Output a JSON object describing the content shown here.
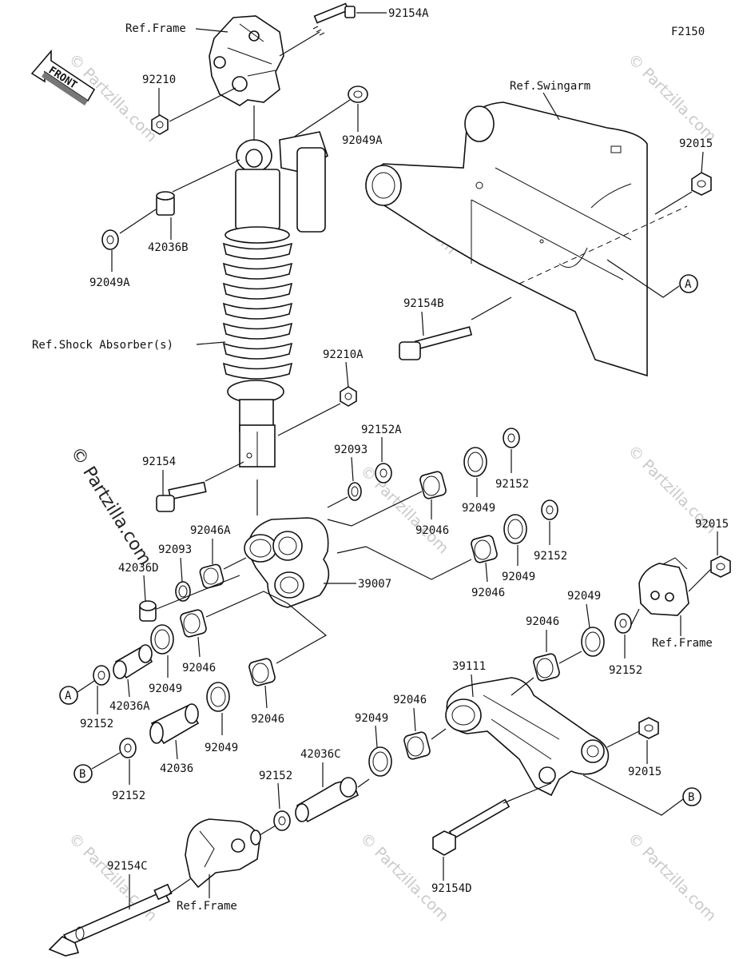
{
  "figure_id": "F2150",
  "front_label": "FRONT",
  "copyright": "© Partzilla.com",
  "watermark": "© Partzilla.com",
  "reference_labels": {
    "frame_top": "Ref.Frame",
    "swingarm": "Ref.Swingarm",
    "shock": "Ref.Shock Absorber(s)",
    "frame_right": "Ref.Frame",
    "frame_bottom": "Ref.Frame"
  },
  "callouts": {
    "a": "A",
    "b": "B"
  },
  "part_numbers": {
    "p92154A": "92154A",
    "p92210": "92210",
    "p92049A_top": "92049A",
    "p92049A_left": "92049A",
    "p42036B": "42036B",
    "p92015_top": "92015",
    "p92154B": "92154B",
    "p92210A": "92210A",
    "p92152A": "92152A",
    "p92093_top": "92093",
    "p92154": "92154",
    "p92049_a": "92049",
    "p92152_a": "92152",
    "p92046_a": "92046",
    "p92046A": "92046A",
    "p92093_mid": "92093",
    "p42036D": "42036D",
    "p92152_b": "92152",
    "p92049_b": "92049",
    "p92046_b": "92046",
    "p39007": "39007",
    "p92015_right": "92015",
    "p92049_c": "92049",
    "p92046_c": "92046",
    "p92152_c": "92152",
    "p39111": "39111",
    "p92046_d": "92046",
    "p92049_d": "92049",
    "p42036A": "42036A",
    "p92152_d": "92152",
    "p92046_e": "92046",
    "p92049_e": "92049",
    "p92046_f": "92046",
    "p42036": "42036",
    "p92152_e": "92152",
    "p42036C": "42036C",
    "p92152_f": "92152",
    "p92015_bottom": "92015",
    "p92154C": "92154C",
    "p92154D": "92154D"
  }
}
